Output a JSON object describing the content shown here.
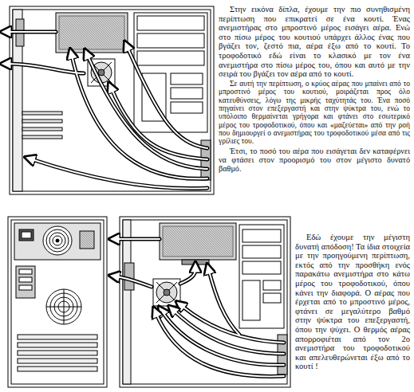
{
  "diagram": {
    "labels": [
      "Στην εικόνα δίπλα, έχουμε την πιο συνηθισμένη περίπτωση που επικρατεί σε ένα κουτί. Ένας ανεμιστήρας στο μπροστινό μέρος εισάγει αέρα. Ενώ στο πίσω μέρος του κουτιού υπάρχει άλλος ένας που βγάζει τον, ζεστό πια, αέρα έξω από το κουτί. Το τροφοδοτικό εδώ είναι το κλασικό με τον ένα ανεμιστήρα στο πίσω μέρος του, όπου και αυτό με την σειρά του βγάζει τον αέρα από το κουτί.",
      "Σε αυτή την περίπτωση, ο κρύος αέρας που μπαίνει από το μπροστινό μέρος του κουτιού, μοιράζεται προς όλο κατευθύνσεις, λόγω της μικρής ταχύτητάς του. Ένα ποσό πηγαίνει στον επεξεργαστή και στην ψύκτρα του, ενώ το υπόλοιπο θερμαίνεται γρήγορα και φτάνει στο εσωτερικό μέρος του τροφοδοτικού, όπου και «μαζεύεται» από την ροή που δημιουργεί ο ανεμιστήρας του τροφοδοτικού μέσα από τις γρίλιες του.",
      "Έτσι, το ποσό του αέρα που εισάγεται δεν καταφέρνει να φτάσει στον προορισμό του στον μέγιστο δυνατό βαθμό.",
      "Εδώ έχουμε την μέγιστη δυνατή απόδοση! Τα ίδια στοιχεία με την προηγούμενη περίπτωση, εκτός από την προσθήκη ενός παρακάτω ανεμιστήρα στο κάτω μέρος του τροφοδοτικού, όπου κάνει την διαφορά. Ο αέρας που έρχεται από το μπροστινό μέρος, φτάνει σε μεγαλύτερο βαθμό στην ψύκτρα του επεξεργαστή, όπου την ψύχει. Ο θερμός αέρας απορροφιέται από τον 2ο ανεμιστήρα του τροφοδοτικού και απελευθερώνεται έξω από το κουτί !"
    ]
  }
}
